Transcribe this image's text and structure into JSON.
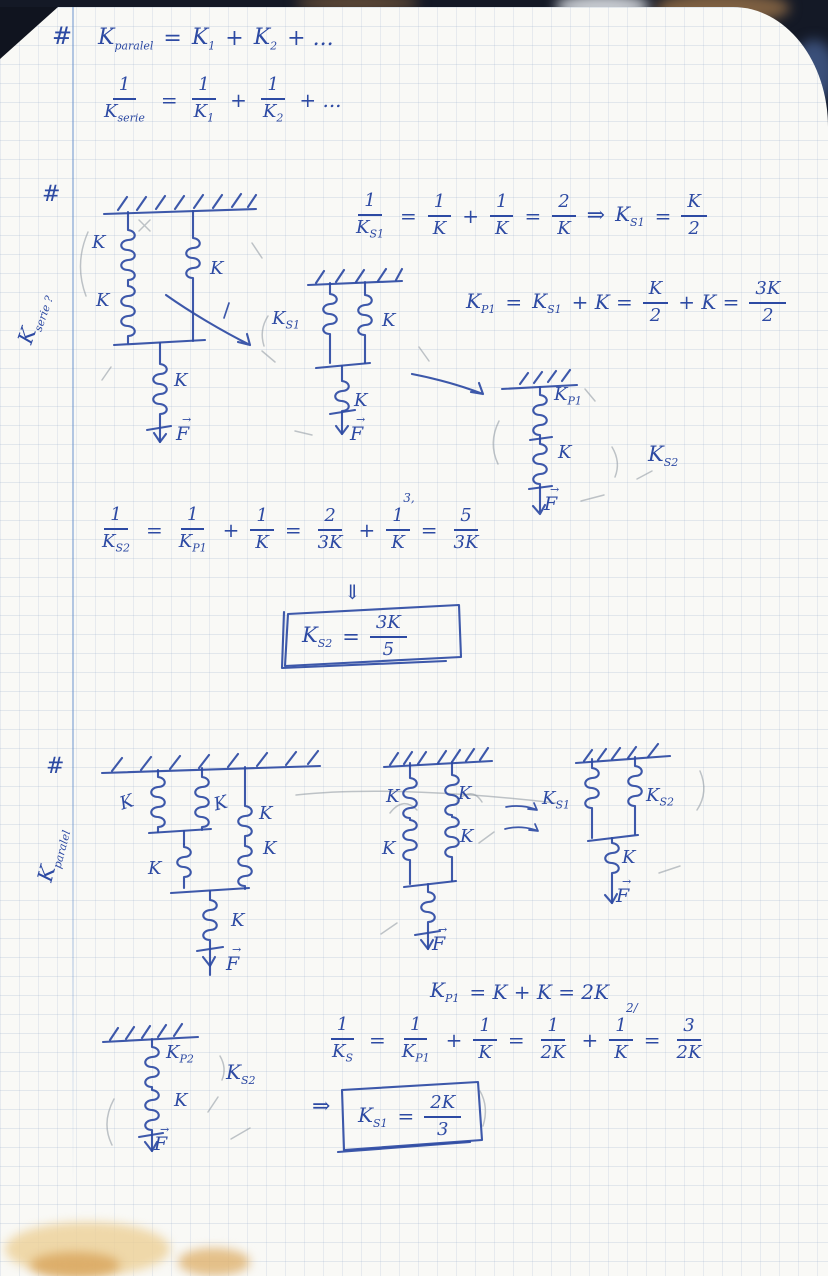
{
  "colors": {
    "ink": "#2d4aa3",
    "pencil": "#8d959f",
    "paper": "#f9f9f6",
    "grid_line": "#94a8c6",
    "margin_line": "#6c94cd",
    "photo_background": "#141926"
  },
  "header": {
    "hash": "#",
    "k_base": "K",
    "k_sub": "paralel",
    "eq": "=",
    "k1_base": "K",
    "k1_sub": "1",
    "plus": "+",
    "k2_base": "K",
    "k2_sub": "2",
    "tail": "+ ..."
  },
  "serie_formula": {
    "num": "1",
    "den_base": "K",
    "den_sub": "serie",
    "eq": "=",
    "f1_num": "1",
    "f1_den_base": "K",
    "f1_den_sub": "1",
    "plus": "+",
    "f2_num": "1",
    "f2_den_base": "K",
    "f2_den_sub": "2",
    "tail": "+ ..."
  },
  "p1": {
    "hash": "#",
    "side_base": "K",
    "side_sub": "serie ?",
    "labels": {
      "k": "K",
      "f": "F",
      "vec": "→",
      "ks1_base": "K",
      "ks1_sub": "S1",
      "kp1_base": "K",
      "kp1_sub": "P1",
      "ks2_base": "K",
      "ks2_sub": "S2"
    },
    "f1": {
      "num": "1",
      "den_base": "K",
      "den_sub": "S1",
      "eq1": "=",
      "a_num": "1",
      "a_den": "K",
      "plus": "+",
      "b_num": "1",
      "b_den": "K",
      "eq2": "=",
      "c_num": "2",
      "c_den": "K",
      "imp": "⇒",
      "r_base": "K",
      "r_sub": "S1",
      "eq3": "=",
      "r_num": "K",
      "r_den": "2"
    },
    "f2": {
      "l_base": "K",
      "l_sub": "P1",
      "eq1": "=",
      "a_base": "K",
      "a_sub": "S1",
      "pke1": "+ K =",
      "b_num": "K",
      "b_den": "2",
      "pke2": "+ K =",
      "c_num": "3K",
      "c_den": "2"
    },
    "f3": {
      "num": "1",
      "den_base": "K",
      "den_sub": "S2",
      "eq1": "=",
      "a_num": "1",
      "a_den_base": "K",
      "a_den_sub": "P1",
      "plus1": "+",
      "b_num": "1",
      "b_den": "K",
      "eq2": "=",
      "c_num": "2",
      "c_den": "3K",
      "plus2": "+",
      "d_num": "1",
      "d_den": "K",
      "d_sup": "3,",
      "eq3": "=",
      "e_num": "5",
      "e_den": "3K"
    },
    "down": "⇓",
    "box": {
      "l_base": "K",
      "l_sub": "S2",
      "eq": "=",
      "num": "3K",
      "den": "5"
    }
  },
  "p2": {
    "hash": "#",
    "side_base": "K",
    "side_sub": "paralel",
    "labels": {
      "k": "K",
      "f": "F",
      "vec": "→",
      "ks1_base": "K",
      "ks1_sub": "S1",
      "ks2_base": "K",
      "ks2_sub": "S2",
      "kp2_base": "K",
      "kp2_sub": "P2"
    },
    "f1": {
      "l_base": "K",
      "l_sub": "P1",
      "rest": "= K + K = 2K"
    },
    "f2": {
      "num": "1",
      "den_base": "K",
      "den_sub": "S",
      "eq1": "=",
      "a_num": "1",
      "a_den_base": "K",
      "a_den_sub": "P1",
      "plus1": "+",
      "b_num": "1",
      "b_den": "K",
      "eq2": "=",
      "c_num": "1",
      "c_den": "2K",
      "plus2": "+",
      "d_num": "1",
      "d_den": "K",
      "d_sup": "2/",
      "eq3": "=",
      "e_num": "3",
      "e_den": "2K"
    },
    "imp": "⇒",
    "box": {
      "l_base": "K",
      "l_sub": "S1",
      "eq": "=",
      "num": "2K",
      "den": "3"
    }
  }
}
